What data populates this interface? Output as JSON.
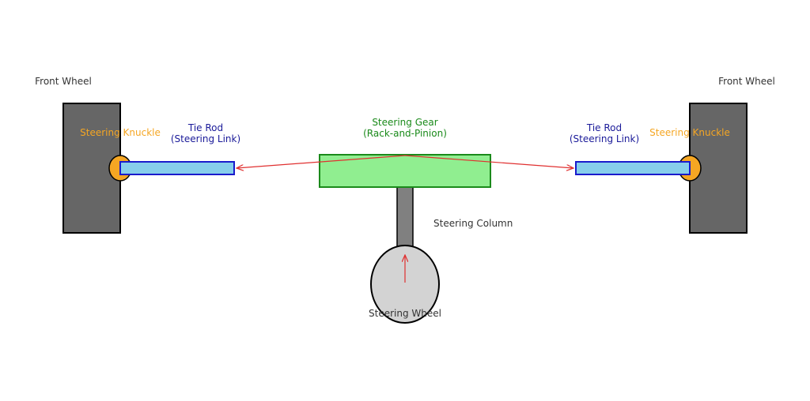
{
  "labels": {
    "front_wheel_left": "Front Wheel",
    "front_wheel_right": "Front Wheel",
    "knuckle_left": "Steering Knuckle",
    "knuckle_right": "Steering Knuckle",
    "tie_rod_left_line1": "Tie Rod",
    "tie_rod_left_line2": "(Steering Link)",
    "tie_rod_right_line1": "Tie Rod",
    "tie_rod_right_line2": "(Steering Link)",
    "gear_line1": "Steering Gear",
    "gear_line2": "(Rack-and-Pinion)",
    "column": "Steering Column",
    "wheel": "Steering Wheel"
  },
  "colors": {
    "wheel_fill": "#666666",
    "knuckle_fill": "#f5a623",
    "knuckle_text": "#f5a623",
    "tie_rod_fill": "#87ceeb",
    "tie_rod_stroke": "#1a1acc",
    "tie_rod_text": "#1a1a99",
    "gear_fill": "#90ee90",
    "gear_stroke": "#1a8a1a",
    "gear_text": "#1a8a1a",
    "column_fill": "#808080",
    "steering_wheel_fill": "#d3d3d3",
    "arrow": "#e03030",
    "text_dark": "#333333"
  }
}
